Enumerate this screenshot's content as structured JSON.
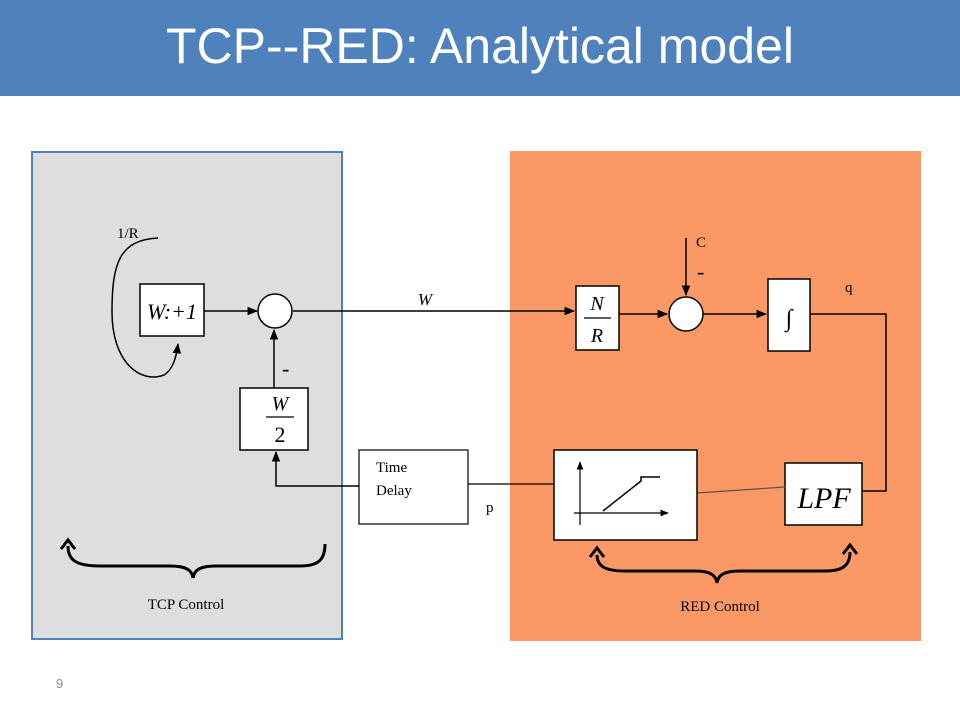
{
  "title": "TCP--RED: Analytical model",
  "slide_number": "9",
  "colors": {
    "title_bar": "#4f81bd",
    "tcp_panel": "#dedede",
    "tcp_panel_border": "#4f81bd",
    "red_panel": "#fb9966"
  },
  "tcp_panel": {
    "feedback_label": "1/R",
    "window_block": "W:+1",
    "half_block_numerator": "W",
    "half_block_denominator": "2",
    "minus_sign": "-",
    "brace_label": "TCP Control"
  },
  "signals": {
    "window": "W",
    "probability": "p",
    "queue": "q",
    "capacity": "C"
  },
  "time_delay": {
    "line1": "Time",
    "line2": "Delay"
  },
  "red_panel": {
    "gain_numerator": "N",
    "gain_denominator": "R",
    "minus_sign": "-",
    "integrator": "∫",
    "lpf": "LPF",
    "brace_label": "RED Control"
  }
}
